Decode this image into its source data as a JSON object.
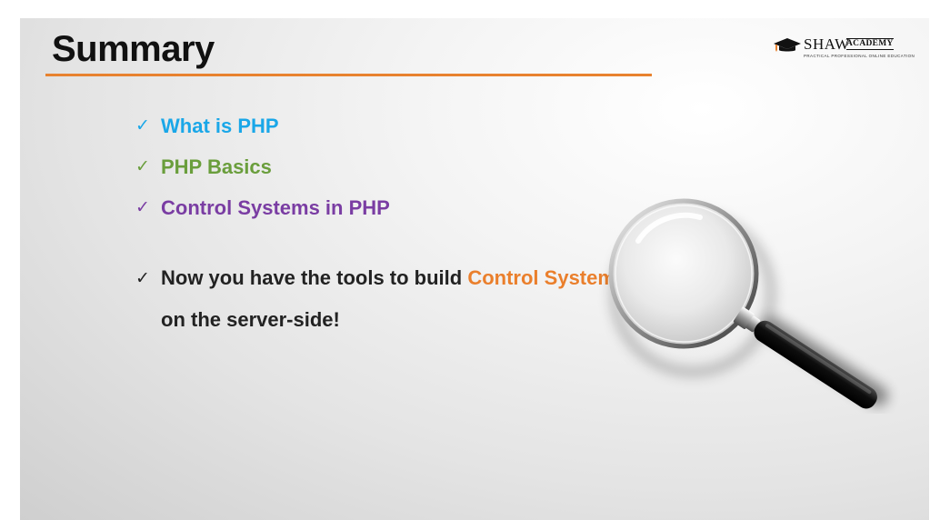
{
  "slide": {
    "title": "Summary",
    "colors": {
      "title_rule": "#e8822f",
      "blue": "#1aa7e8",
      "green": "#6a9e3c",
      "purple": "#7a3da3",
      "orange": "#ea7f2c",
      "text": "#222222"
    }
  },
  "logo": {
    "name": "SHAW",
    "academy": "ACADEMY",
    "tagline": "PRACTICAL PROFESSIONAL ONLINE EDUCATION",
    "icon": "graduation-cap-icon"
  },
  "bullets": [
    {
      "check": "✓",
      "text": "What is PHP",
      "color": "blue"
    },
    {
      "check": "✓",
      "text": "PHP Basics",
      "color": "green"
    },
    {
      "check": "✓",
      "text": "Control Systems in PHP",
      "color": "purple"
    }
  ],
  "note": {
    "check": "✓",
    "prefix": "Now you have the tools to build ",
    "highlight": "Control Systems",
    "suffix": " on the server-side!"
  },
  "illustration": {
    "icon": "magnifying-glass-icon"
  }
}
